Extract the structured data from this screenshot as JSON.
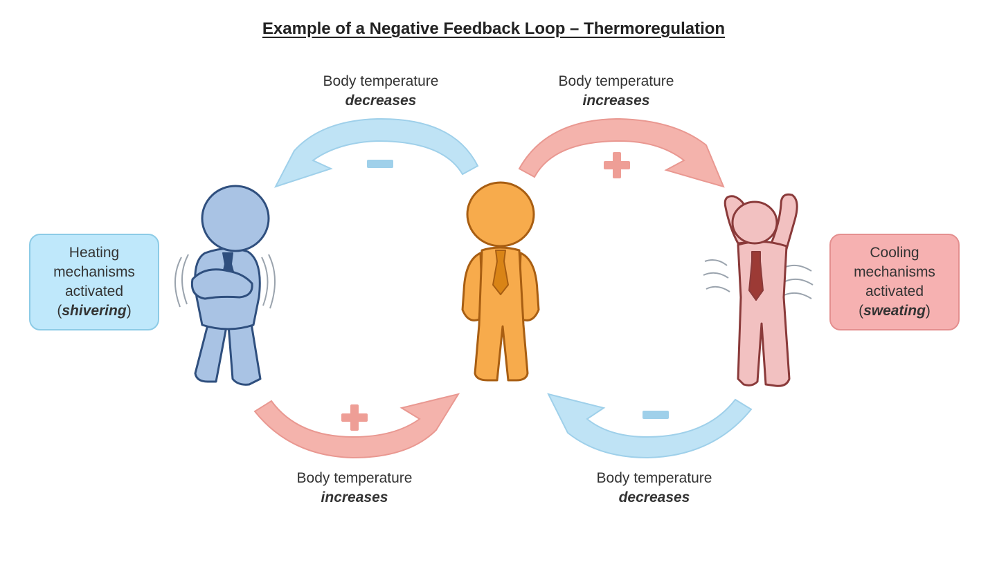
{
  "title": "Example of a Negative Feedback Loop – Thermoregulation",
  "colors": {
    "cool_arrow_fill": "#bfe3f5",
    "cool_arrow_stroke": "#9fd0ea",
    "warm_arrow_fill": "#f4b3ac",
    "warm_arrow_stroke": "#e99891",
    "minus_sign": "#9fd0ea",
    "plus_sign": "#ee9e96",
    "cold_figure": "#a9c3e4",
    "cold_outline": "#2f4f7e",
    "normal_figure": "#f7ab4c",
    "normal_outline": "#a85e12",
    "hot_figure": "#f2c1c1",
    "hot_outline": "#8a3a3a",
    "tie_cold": "#2f4f7e",
    "tie_normal": "#d98416",
    "tie_hot": "#9c3a35",
    "heating_box_fill": "#bfe8fb",
    "cooling_box_fill": "#f6b1b1"
  },
  "arrows": {
    "top_left": {
      "caption_line1": "Body temperature",
      "caption_line2": "decreases",
      "sign": "minus",
      "sign_glyph": "−"
    },
    "top_right": {
      "caption_line1": "Body temperature",
      "caption_line2": "increases",
      "sign": "plus",
      "sign_glyph": "+"
    },
    "bottom_left": {
      "caption_line1": "Body temperature",
      "caption_line2": "increases",
      "sign": "plus",
      "sign_glyph": "+"
    },
    "bottom_right": {
      "caption_line1": "Body temperature",
      "caption_line2": "decreases",
      "sign": "minus",
      "sign_glyph": "−"
    }
  },
  "figures": {
    "left": {
      "state": "cold",
      "icon": "shivering-person-icon"
    },
    "center": {
      "state": "normal",
      "icon": "standing-person-icon"
    },
    "right": {
      "state": "hot",
      "icon": "sweating-person-icon"
    }
  },
  "heating_box": {
    "line1": "Heating",
    "line2": "mechanisms",
    "line3": "activated",
    "open_paren": "(",
    "example": "shivering",
    "close_paren": ")"
  },
  "cooling_box": {
    "line1": "Cooling",
    "line2": "mechanisms",
    "line3": "activated",
    "open_paren": "(",
    "example": "sweating",
    "close_paren": ")"
  }
}
